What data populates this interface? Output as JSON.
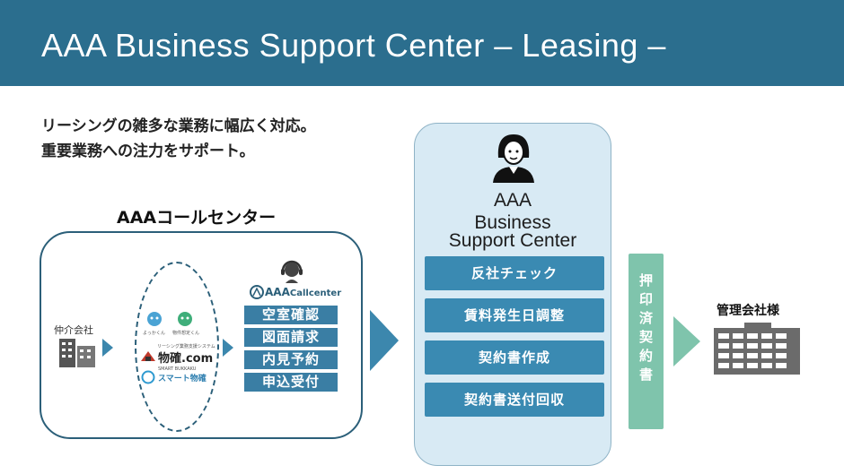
{
  "header": {
    "title": "AAA Business Support Center  – Leasing –"
  },
  "intro": {
    "line1": "リーシングの雑多な業務に幅広く対応。",
    "line2": "重要業務への注力をサポート。"
  },
  "call_center": {
    "title": "AAAコールセンター",
    "broker_label": "仲介会社",
    "platform_a_label": "よっかくん",
    "platform_b_label": "物件想定くん",
    "bukaku_tagline": "リーシング業務支援システム",
    "bukaku_name": "物確",
    "bukaku_suffix": ".com",
    "smart_tagline": "SMART BUKKAKU",
    "smart_name": "スマート物確",
    "logo_name": "Callcenter",
    "logo_prefix": "AAA",
    "tasks": [
      "空室確認",
      "図面請求",
      "内見予約",
      "申込受付"
    ]
  },
  "bsc": {
    "title_lines": [
      "AAA",
      "Business",
      "Support Center"
    ],
    "items": [
      "反社チェック",
      "賃料発生日調整",
      "契約書作成",
      "契約書送付回収"
    ]
  },
  "sealed_contract": {
    "chars": [
      "押",
      "印",
      "済",
      "契",
      "約",
      "書"
    ]
  },
  "management": {
    "label": "管理会社様"
  },
  "colors": {
    "header_bg": "#2b6e8e",
    "task_blue": "#3a7ea4",
    "bsc_blue": "#3a8ab2",
    "panel_bg": "#d8eaf4",
    "green": "#7fc4ac",
    "arrow": "#3c87ad"
  }
}
